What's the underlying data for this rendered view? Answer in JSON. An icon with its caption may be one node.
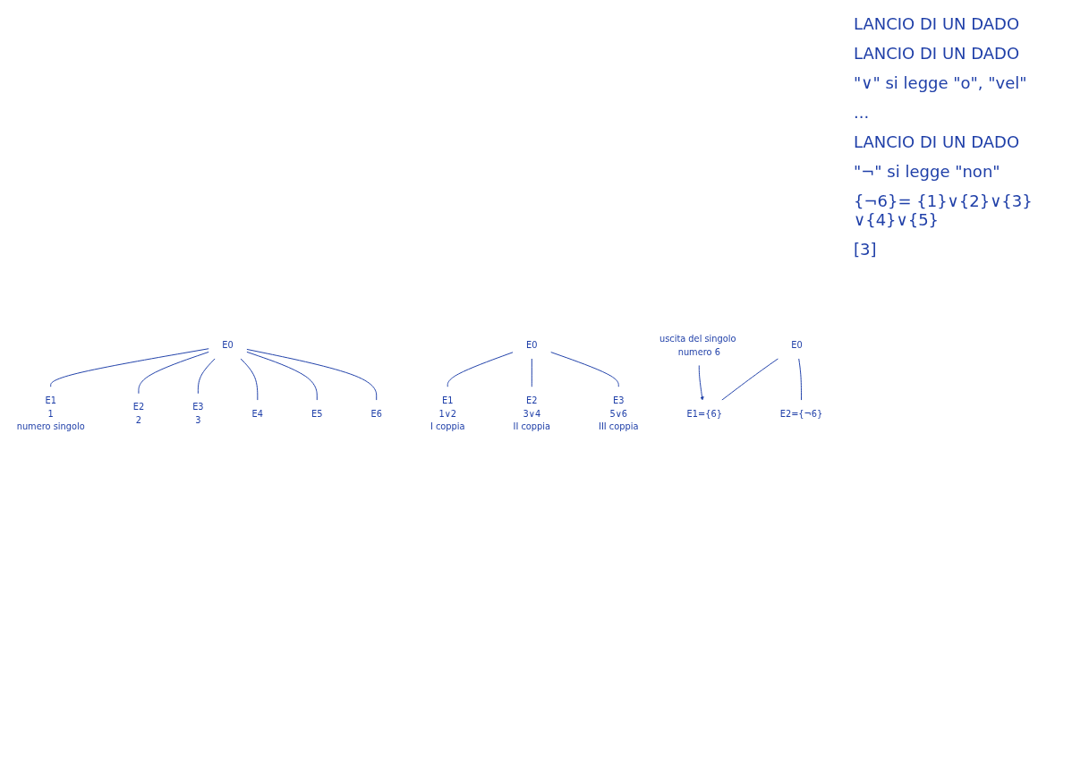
{
  "diagram": {
    "nodes": [
      {
        "text": [
          "E0"
        ]
      },
      {
        "text": [
          "E1",
          "1",
          "numero singolo"
        ]
      },
      {
        "text": [
          "E2",
          "2"
        ]
      },
      {
        "text": [
          "E3",
          "3"
        ]
      },
      {
        "text": [
          "E4"
        ]
      },
      {
        "text": [
          "E5"
        ]
      },
      {
        "text": [
          "E6"
        ]
      },
      {
        "text": [
          "E0"
        ]
      },
      {
        "text": [
          "E1",
          "1∨2",
          "I coppia"
        ]
      },
      {
        "text": [
          "E2",
          "3∨4",
          "II coppia"
        ]
      },
      {
        "text": [
          "E3",
          "5∨6",
          "III coppia"
        ]
      },
      {
        "text": [
          "E0"
        ]
      },
      {
        "text": [
          "E1={6}"
        ]
      },
      {
        "text": [
          "E2={¬6}"
        ]
      },
      {
        "text": [
          "uscita del singolo numero 6"
        ]
      }
    ],
    "edges": [
      {
        "from": 0,
        "to": 1,
        "arrow": "none"
      },
      {
        "from": 0,
        "to": 2,
        "arrow": "none"
      },
      {
        "from": 0,
        "to": 3,
        "arrow": "none"
      },
      {
        "from": 0,
        "to": 4,
        "arrow": "none"
      },
      {
        "from": 0,
        "to": 5,
        "arrow": "none"
      },
      {
        "from": 0,
        "to": 6,
        "arrow": "none"
      },
      {
        "from": 7,
        "to": 8,
        "arrow": "none"
      },
      {
        "from": 7,
        "to": 9,
        "arrow": "none"
      },
      {
        "from": 7,
        "to": 10,
        "arrow": "none"
      },
      {
        "from": 11,
        "to": 12,
        "arrow": "none"
      },
      {
        "from": 11,
        "to": 13,
        "arrow": "none"
      },
      {
        "from": 14,
        "to": 12,
        "arrow": "to"
      }
    ],
    "labels": [
      "LANCIO DI UN DADO",
      "LANCIO DI UN DADO",
      "\"∨\" si legge \"o\", \"vel\"",
      "...",
      "LANCIO DI UN DADO",
      "\"¬\" si legge \"non\"",
      "{¬6}= {1}∨{2}∨{3}∨{4}∨{5}",
      "[3]"
    ]
  }
}
